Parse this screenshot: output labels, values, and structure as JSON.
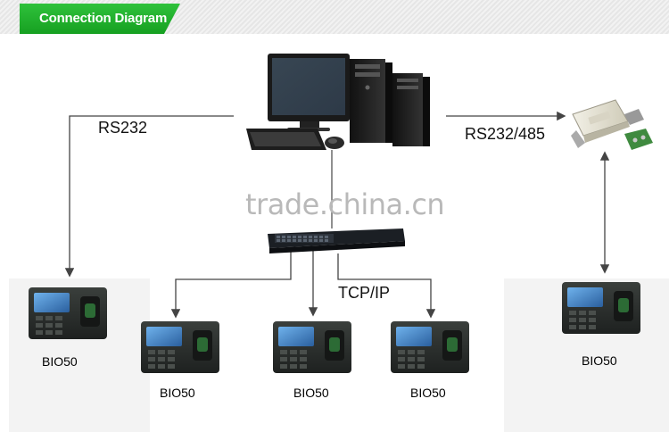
{
  "header": {
    "title": "Connection Diagram"
  },
  "labels": {
    "rs232": "RS232",
    "rs232_485": "RS232/485",
    "tcpip": "TCP/IP"
  },
  "watermark": "trade.china.cn",
  "devices": [
    {
      "label": "BIO50"
    },
    {
      "label": "BIO50"
    },
    {
      "label": "BIO50"
    },
    {
      "label": "BIO50"
    },
    {
      "label": "BIO50"
    }
  ],
  "colors": {
    "banner": "#1fae2b",
    "device_body": "#2a2e2c",
    "screen": "#3b7fc4",
    "line": "#444444"
  }
}
